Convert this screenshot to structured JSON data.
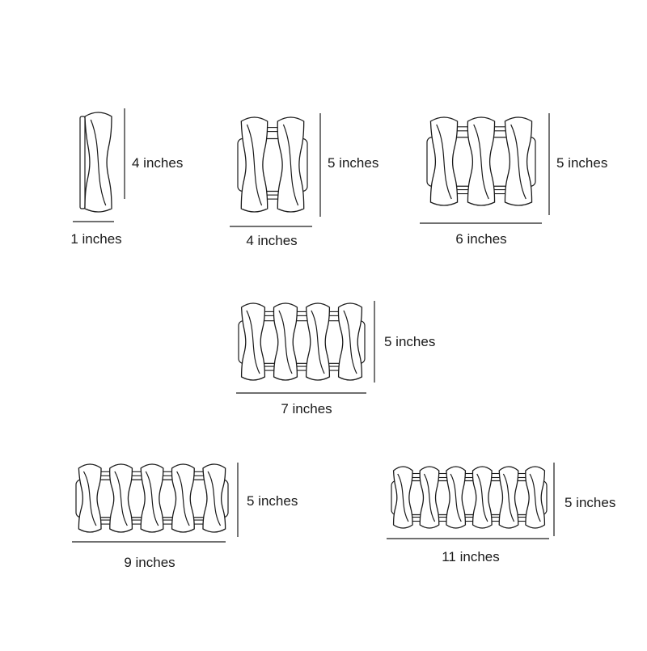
{
  "colors": {
    "stroke": "#1a1a1a",
    "background": "#ffffff"
  },
  "variants": [
    {
      "name": "1-light",
      "shades": 1,
      "width_label": "1 inches",
      "height_label": "4 inches"
    },
    {
      "name": "2-light",
      "shades": 2,
      "width_label": "4 inches",
      "height_label": "5 inches"
    },
    {
      "name": "3-light",
      "shades": 3,
      "width_label": "6 inches",
      "height_label": "5 inches"
    },
    {
      "name": "4-light",
      "shades": 4,
      "width_label": "7 inches",
      "height_label": "5 inches"
    },
    {
      "name": "5-light",
      "shades": 5,
      "width_label": "9 inches",
      "height_label": "5 inches"
    },
    {
      "name": "6-light",
      "shades": 6,
      "width_label": "11 inches",
      "height_label": "5 inches"
    }
  ]
}
